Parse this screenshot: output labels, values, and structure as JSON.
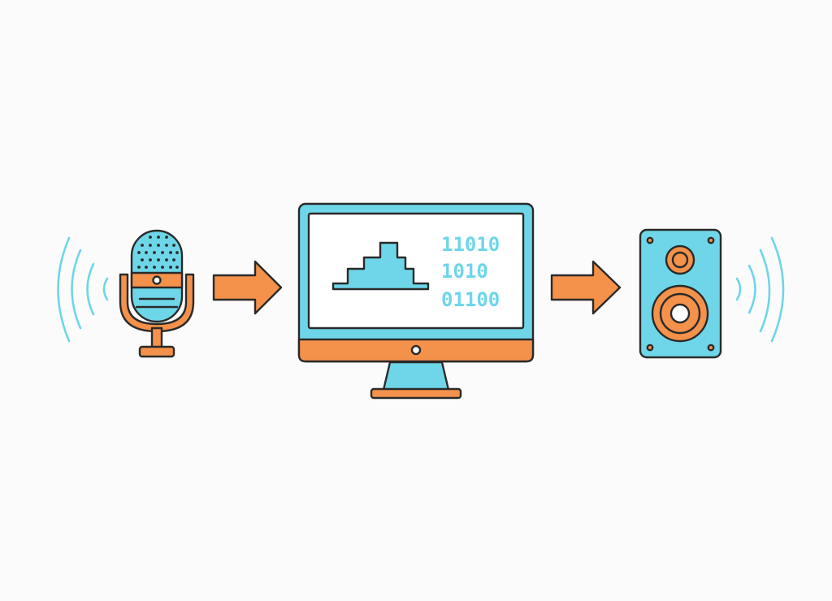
{
  "colors": {
    "background": "#fbfbfb",
    "blue": "#6ed6e8",
    "orange": "#f4914a",
    "outline": "#2a2a2a",
    "screen": "#ffffff",
    "wave": "#6ed6e8"
  },
  "icons": {
    "input": "microphone-icon",
    "processor": "computer-monitor-icon",
    "output": "speaker-icon",
    "flow": "arrow-right-icon"
  },
  "screen": {
    "binary_lines": [
      "11010",
      "1010",
      "01100"
    ]
  }
}
